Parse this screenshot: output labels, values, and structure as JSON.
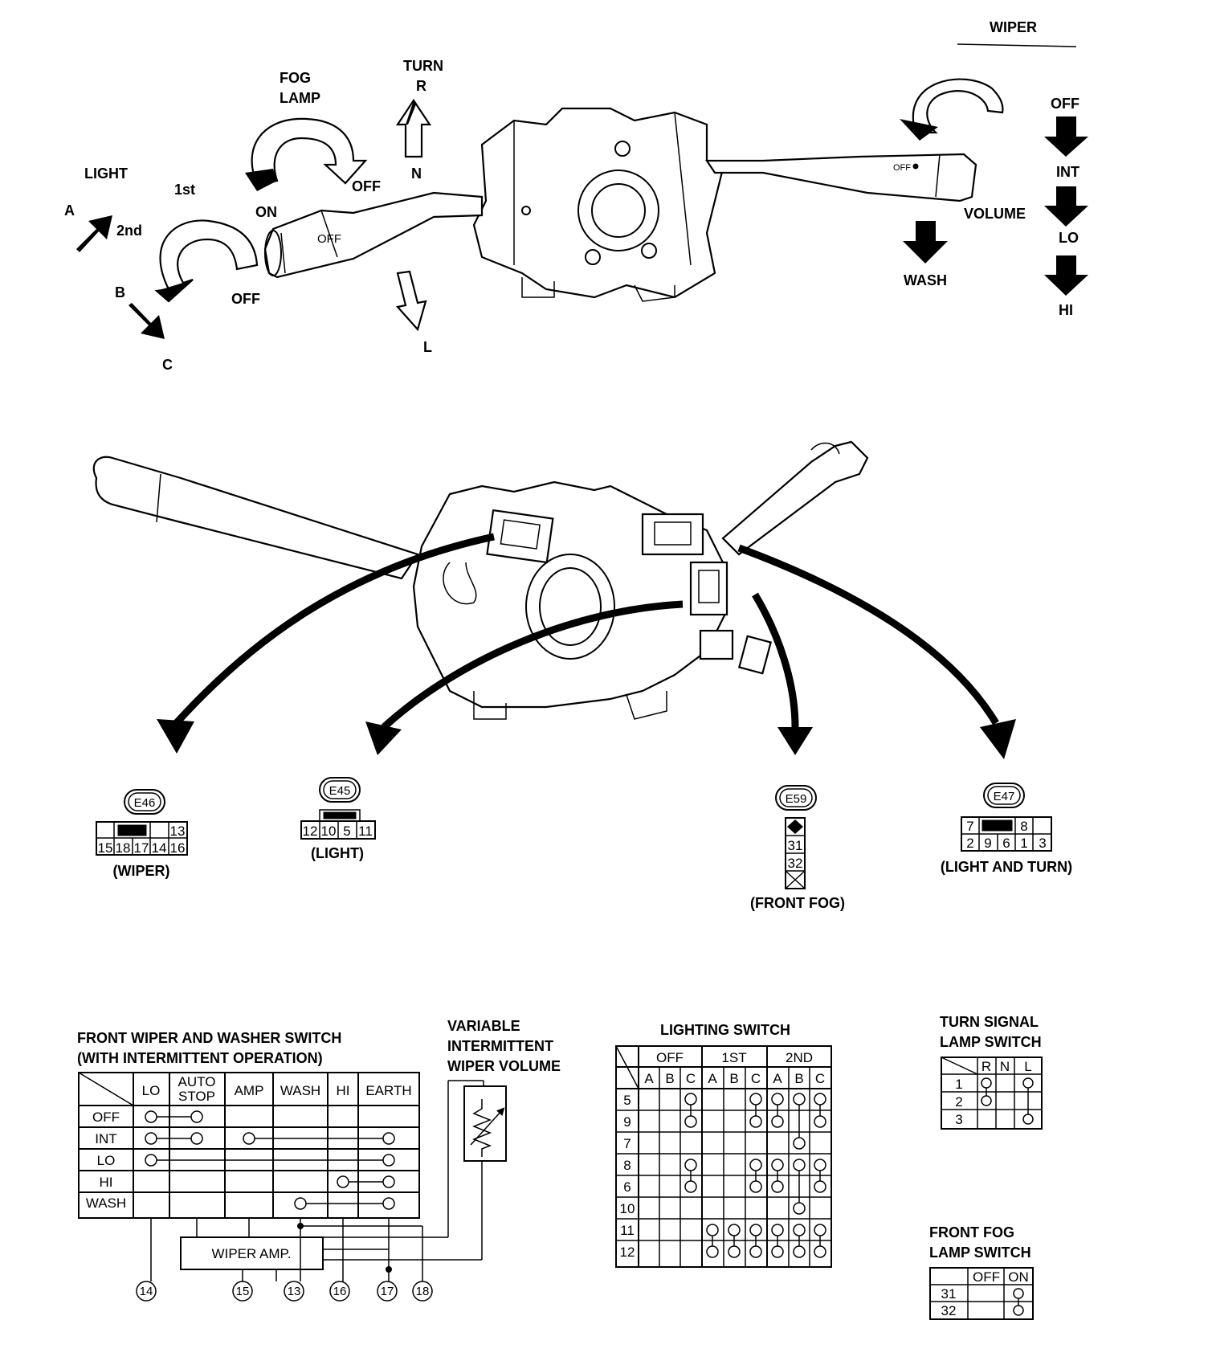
{
  "top_labels": {
    "light": "LIGHT",
    "a": "A",
    "b": "B",
    "c": "C",
    "first": "1st",
    "second": "2nd",
    "off_light": "OFF",
    "fog_lamp_1": "FOG",
    "fog_lamp_2": "LAMP",
    "fog_on": "ON",
    "fog_off": "OFF",
    "turn": "TURN",
    "turn_r": "R",
    "turn_n": "N",
    "turn_l": "L",
    "wiper": "WIPER",
    "volume": "VOLUME",
    "wash": "WASH",
    "wiper_off": "OFF",
    "wiper_int": "INT",
    "wiper_lo": "LO",
    "wiper_hi": "HI",
    "lever_off": "OFF"
  },
  "connectors": {
    "e46": {
      "code": "E46",
      "top": [
        "13"
      ],
      "bottom": [
        "15",
        "18",
        "17",
        "14",
        "16"
      ],
      "name": "(WIPER)"
    },
    "e45": {
      "code": "E45",
      "cells": [
        "12",
        "10",
        "5",
        "11"
      ],
      "name": "(LIGHT)"
    },
    "e59": {
      "code": "E59",
      "cells": [
        "31",
        "32"
      ],
      "name": "(FRONT FOG)"
    },
    "e47": {
      "code": "E47",
      "top": [
        "7",
        "8"
      ],
      "bottom": [
        "2",
        "9",
        "6",
        "1",
        "3"
      ],
      "name": "(LIGHT AND TURN)"
    }
  },
  "wiper_switch": {
    "title_1": "FRONT WIPER AND WASHER SWITCH",
    "title_2": "(WITH INTERMITTENT OPERATION)",
    "columns": [
      "LO",
      "AUTO",
      "STOP",
      "AMP",
      "WASH",
      "HI",
      "EARTH"
    ],
    "rows": [
      "OFF",
      "INT",
      "LO",
      "HI",
      "WASH"
    ],
    "amp_label": "WIPER AMP.",
    "terminals": [
      "14",
      "15",
      "13",
      "16",
      "17",
      "18"
    ]
  },
  "volume_box": {
    "line1": "VARIABLE",
    "line2": "INTERMITTENT",
    "line3": "WIPER VOLUME"
  },
  "lighting_switch": {
    "title": "LIGHTING SWITCH",
    "groups": [
      "OFF",
      "1ST",
      "2ND"
    ],
    "subcols": [
      "A",
      "B",
      "C",
      "A",
      "B",
      "C",
      "A",
      "B",
      "C"
    ],
    "rows": [
      "5",
      "9",
      "7",
      "8",
      "6",
      "10",
      "11",
      "12"
    ]
  },
  "turn_switch": {
    "title_1": "TURN SIGNAL",
    "title_2": "LAMP SWITCH",
    "cols": [
      "R",
      "N",
      "L"
    ],
    "rows": [
      "1",
      "2",
      "3"
    ]
  },
  "fog_switch": {
    "title_1": "FRONT FOG",
    "title_2": "LAMP SWITCH",
    "cols": [
      "OFF",
      "ON"
    ],
    "rows": [
      "31",
      "32"
    ]
  }
}
